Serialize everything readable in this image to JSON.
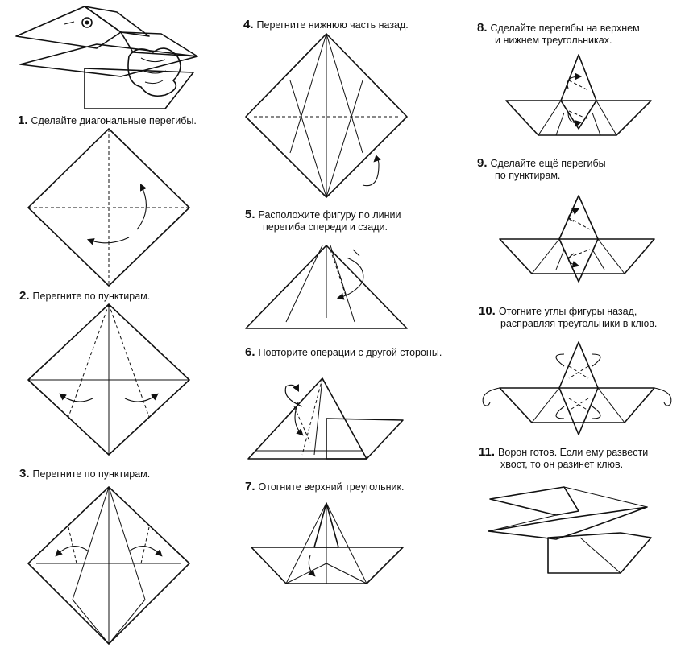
{
  "steps": [
    {
      "num": "1.",
      "line1": "Сделайте диагональные перегибы."
    },
    {
      "num": "2.",
      "line1": "Перегните по пунктирам."
    },
    {
      "num": "3.",
      "line1": "Перегните по пунктирам."
    },
    {
      "num": "4.",
      "line1": "Перегните нижнюю часть назад."
    },
    {
      "num": "5.",
      "line1": "Расположите фигуру по линии",
      "line2": "перегиба спереди и сзади."
    },
    {
      "num": "6.",
      "line1": "Повторите операции с другой стороны."
    },
    {
      "num": "7.",
      "line1": "Отогните верхний треугольник."
    },
    {
      "num": "8.",
      "line1": "Сделайте перегибы на верхнем",
      "line2": "и нижнем треугольниках."
    },
    {
      "num": "9.",
      "line1": "Сделайте ещё перегибы",
      "line2": "по пунктирам."
    },
    {
      "num": "10.",
      "line1": "Отогните углы фигуры назад,",
      "line2": "расправляя треугольники в клюв."
    },
    {
      "num": "11.",
      "line1": "Ворон готов. Если ему развести",
      "line2": "хвост, то он разинет клюв."
    }
  ]
}
